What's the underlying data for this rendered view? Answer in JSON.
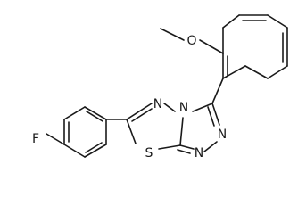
{
  "molecule": {
    "atoms": {
      "fluorine": "F",
      "sulfur": "S",
      "oxygen": "O",
      "n_fused": "N",
      "n_thiadiazole": "N",
      "n_triazole_a": "N",
      "n_triazole_b": "N"
    }
  },
  "colors": {
    "bond": "#1a1a1a",
    "background": "#ffffff"
  }
}
